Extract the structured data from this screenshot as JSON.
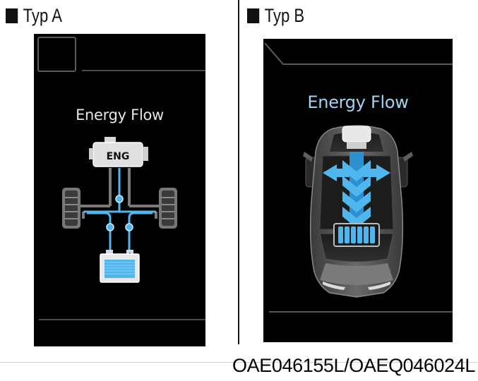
{
  "typ_a": {
    "label": "Typ A",
    "screen_title": "Energy Flow",
    "engine_label": "ENG"
  },
  "typ_b": {
    "label": "Typ B",
    "screen_title": "Energy Flow"
  },
  "caption": "OAE046155L/OAEQ046024L",
  "colors": {
    "flow_blue": "#4fb6ee",
    "title_blue": "#9fd4f3",
    "screen_bg": "#000000"
  },
  "icons": [
    "square-bullet-icon",
    "engine-icon",
    "battery-icon",
    "wheel-icon",
    "car-topview-icon"
  ]
}
